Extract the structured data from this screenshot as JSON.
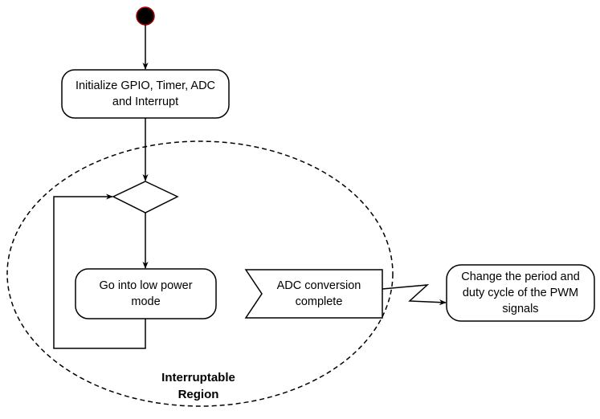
{
  "diagram": {
    "init_node": {
      "label": "Initialize GPIO, Timer, ADC\nand Interrupt"
    },
    "low_power_node": {
      "label": "Go into low power\nmode"
    },
    "adc_event": {
      "label": "ADC conversion\ncomplete"
    },
    "pwm_node": {
      "label": "Change the period and\nduty cycle of the PWM\nsignals"
    },
    "region": {
      "label": "Interruptable\nRegion"
    }
  },
  "colors": {
    "stroke": "#000000",
    "start_fill": "#000000",
    "start_stroke": "#b30000",
    "background": "#ffffff"
  }
}
